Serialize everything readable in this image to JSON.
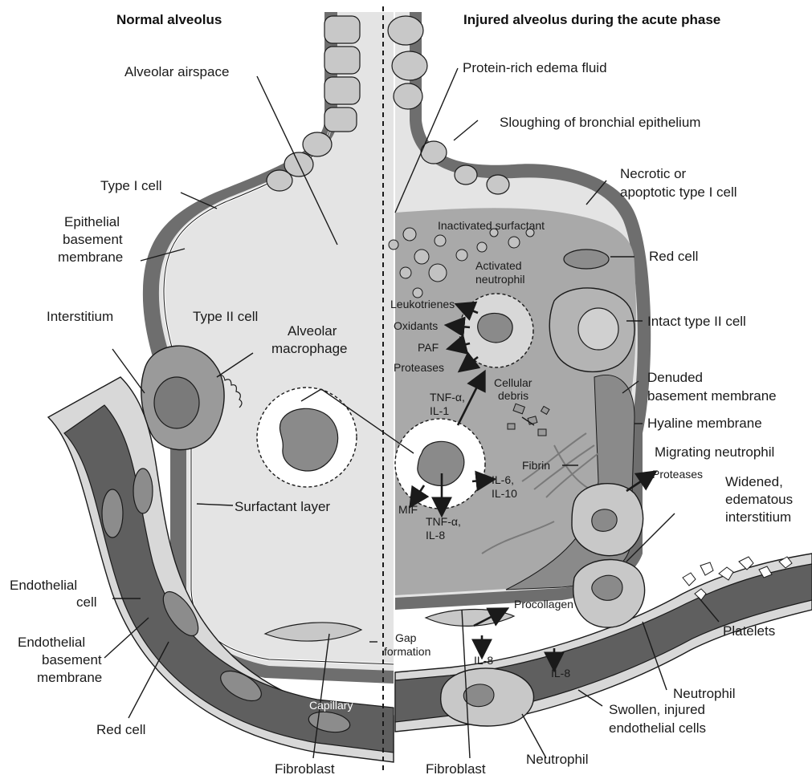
{
  "titles": {
    "normal": "Normal alveolus",
    "injured": "Injured alveolus during the acute phase"
  },
  "left_labels": {
    "alveolar_airspace": "Alveolar airspace",
    "type1_cell": "Type I cell",
    "epithelial_bm": [
      "Epithelial",
      "basement",
      "membrane"
    ],
    "interstitium": "Interstitium",
    "type2_cell": "Type II cell",
    "alveolar_macrophage": [
      "Alveolar",
      "macrophage"
    ],
    "surfactant_layer": "Surfactant layer",
    "endothelial_cell": [
      "Endothelial",
      "cell"
    ],
    "endothelial_bm": [
      "Endothelial",
      "basement",
      "membrane"
    ],
    "red_cell": "Red cell",
    "fibroblast": "Fibroblast",
    "capillary": "Capillary"
  },
  "right_labels": {
    "edema_fluid": "Protein-rich edema fluid",
    "sloughing": "Sloughing of bronchial epithelium",
    "necrotic": [
      "Necrotic or",
      "apoptotic type I cell"
    ],
    "inactivated_surfactant": "Inactivated surfactant",
    "activated_neutrophil": [
      "Activated",
      "neutrophil"
    ],
    "red_cell": "Red cell",
    "leukotrienes": "Leukotrienes",
    "oxidants": "Oxidants",
    "paf": "PAF",
    "proteases": "Proteases",
    "intact_type2": "Intact type II cell",
    "denuded_bm": [
      "Denuded",
      "basement membrane"
    ],
    "cellular_debris": [
      "Cellular",
      "debris"
    ],
    "tnf_il1": [
      "TNF-α,",
      "IL-1"
    ],
    "hyaline_membrane": "Hyaline membrane",
    "migrating_neutrophil": "Migrating neutrophil",
    "fibrin": "Fibrin",
    "proteases_small": "Proteases",
    "widened_interstitium": [
      "Widened,",
      "edematous",
      "interstitium"
    ],
    "il6_il10": [
      "IL-6,",
      "IL-10"
    ],
    "mif": "MIF",
    "tnf_il8": [
      "TNF-α,",
      "IL-8"
    ],
    "procollagen": "Procollagen",
    "gap_formation": [
      "Gap",
      "formation"
    ],
    "il8_a": "IL-8",
    "il8_b": "IL-8",
    "platelets": "Platelets",
    "neutrophil_a": "Neutrophil",
    "swollen_endothelial": [
      "Swollen, injured",
      "endothelial cells"
    ],
    "neutrophil_b": "Neutrophil",
    "fibroblast": "Fibroblast"
  },
  "colors": {
    "airspace": "#e4e4e4",
    "edema": "#a9a9a9",
    "capillary_lumen": "#5f5f5f",
    "cell_fill": "#c8c8c8",
    "wall_dark": "#6e6e6e",
    "line": "#1a1a1a"
  }
}
